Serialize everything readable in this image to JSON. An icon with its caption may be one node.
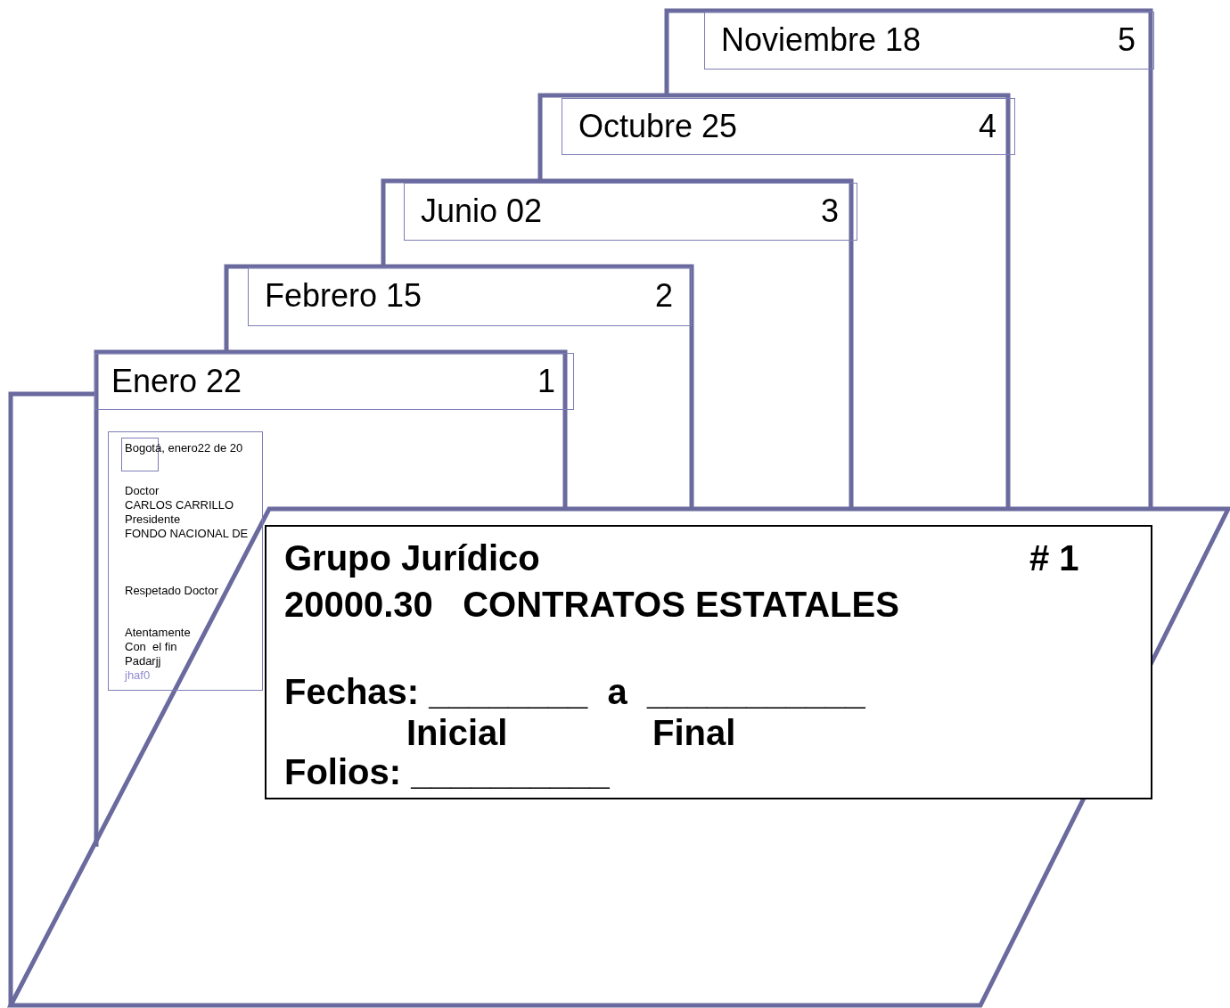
{
  "diagram": {
    "nodes": [
      {
        "text": [
          "Noviembre 18",
          "5"
        ]
      },
      {
        "text": [
          "Octubre 25",
          "4"
        ]
      },
      {
        "text": [
          "Junio 02",
          "3"
        ]
      },
      {
        "text": [
          "Febrero 15",
          "2"
        ]
      },
      {
        "text": [
          "Enero 22",
          "1"
        ]
      },
      {
        "text": [
          "Bogotá, enero22 de 20",
          "Doctor",
          "CARLOS CARRILLO",
          "Presidente",
          "FONDO NACIONAL DE",
          "Respetado Doctor",
          "Atentamente",
          "Con  el fin",
          "Padarjj",
          "jhaf0"
        ]
      },
      {
        "text": [
          "Grupo Jurídico",
          "# 1",
          "20000.30   CONTRATOS ESTATALES",
          "Fechas: ________  a  ___________",
          "Inicial",
          "Final",
          "Folios: __________"
        ]
      }
    ]
  }
}
